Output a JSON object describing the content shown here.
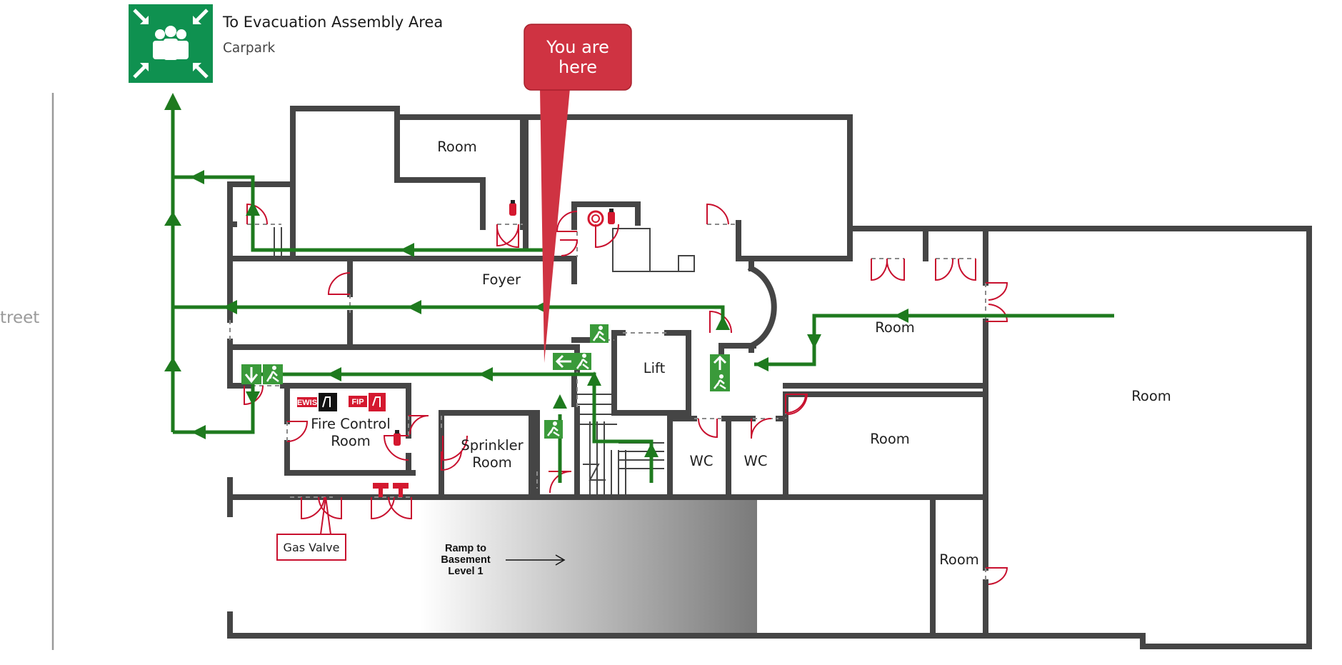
{
  "header": {
    "title": "To Evacuation Assembly Area",
    "subtitle": "Carpark"
  },
  "street_label": "treet",
  "marker": {
    "line1": "You are",
    "line2": "here"
  },
  "rooms": {
    "room_top": "Room",
    "foyer": "Foyer",
    "room_east": "Room",
    "room_far_right": "Room",
    "lift": "Lift",
    "fire_control_line1": "Fire Control",
    "fire_control_line2": "Room",
    "sprinkler_line1": "Sprinkler",
    "sprinkler_line2": "Room",
    "wc1": "WC",
    "wc2": "WC",
    "room_mid_right": "Room",
    "room_lower_right": "Room"
  },
  "gas_valve": "Gas Valve",
  "ramp": {
    "line1": "Ramp to",
    "line2": "Basement",
    "line3": "Level 1"
  },
  "signs": {
    "ewis": "EWIS",
    "fip": "FIP"
  },
  "colors": {
    "exit_green": "#1e7a1e",
    "sign_green": "#3a9a3a",
    "alert_red": "#c8102e",
    "wall_grey": "#454545",
    "bubble_red": "#cf3342"
  }
}
